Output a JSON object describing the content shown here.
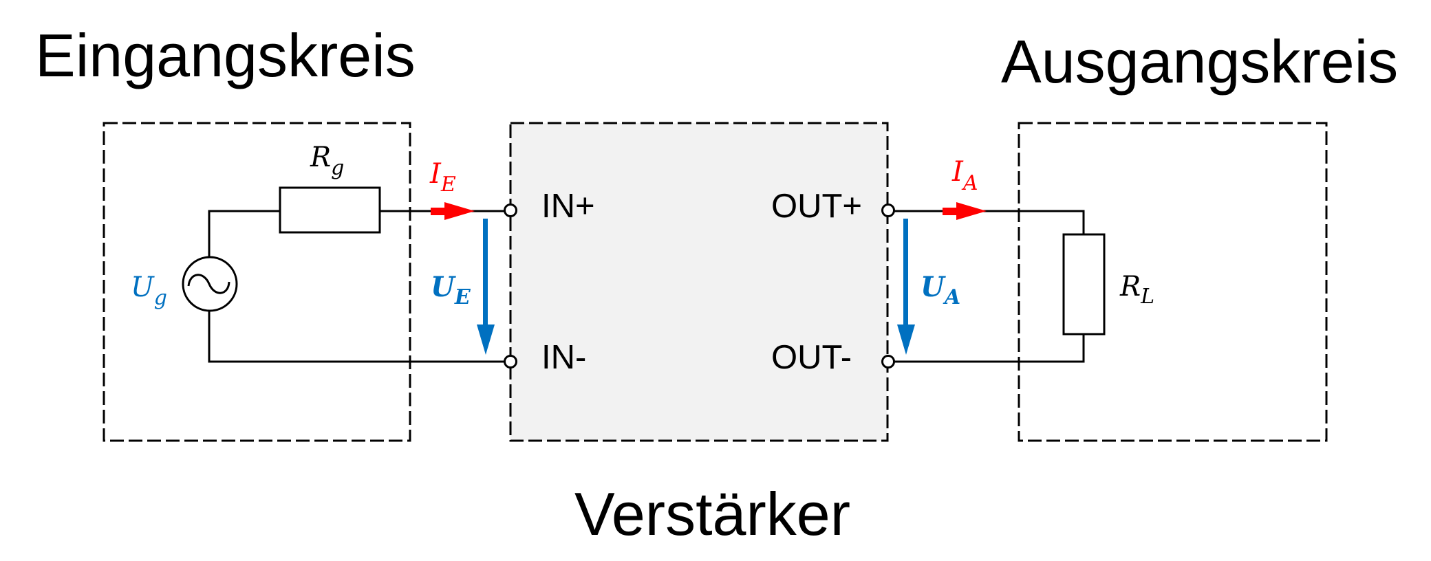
{
  "titles": {
    "input_circuit": "Eingangskreis",
    "output_circuit": "Ausgangskreis",
    "amplifier": "Verstärker"
  },
  "terminals": {
    "in_plus": "IN+",
    "in_minus": "IN-",
    "out_plus": "OUT+",
    "out_minus": "OUT-"
  },
  "components": {
    "source_resistor": {
      "main": "R",
      "sub": "g"
    },
    "load_resistor": {
      "main": "R",
      "sub": "L"
    },
    "source_voltage": {
      "main": "U",
      "sub": "g"
    }
  },
  "quantities": {
    "input_current": {
      "main": "I",
      "sub": "E"
    },
    "input_voltage": {
      "main": "U",
      "sub": "E"
    },
    "output_current": {
      "main": "I",
      "sub": "A"
    },
    "output_voltage": {
      "main": "U",
      "sub": "A"
    }
  },
  "colors": {
    "current": "#FF0000",
    "voltage": "#0070C0",
    "amplifier_fill": "#F2F2F2",
    "line": "#000000"
  }
}
